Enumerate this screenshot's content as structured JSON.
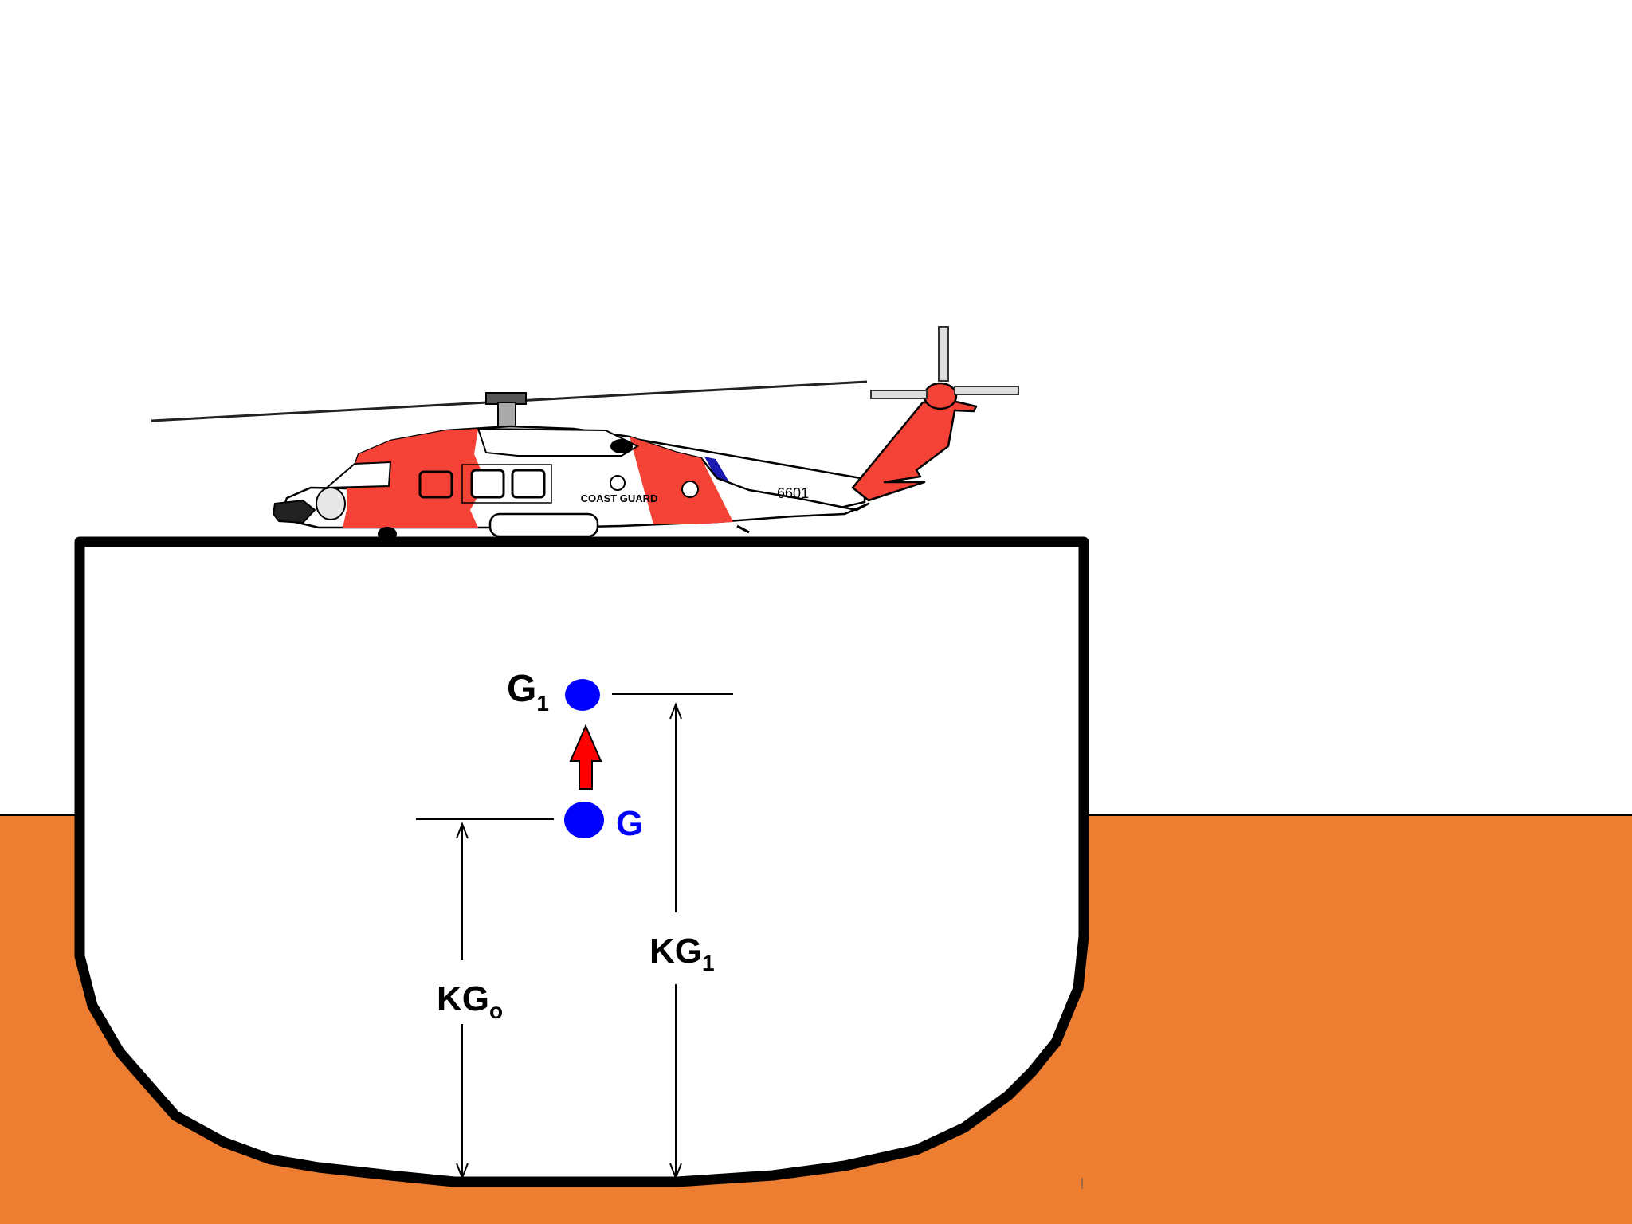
{
  "colors": {
    "water": "#ED7D31",
    "hull_outline": "#000000",
    "center_of_gravity": "#0000FF",
    "shift_arrow": "#FF0000",
    "helicopter_red": "#F44336",
    "helicopter_stripe": "#1A1AB0"
  },
  "labels": {
    "g_initial": "G",
    "g_shifted_main": "G",
    "g_shifted_sub": "1",
    "kg_initial_main": "KG",
    "kg_initial_sub": "o",
    "kg_shifted_main": "KG",
    "kg_shifted_sub": "1"
  },
  "helicopter": {
    "side_text": "COAST GUARD",
    "tail_number": "6601"
  }
}
